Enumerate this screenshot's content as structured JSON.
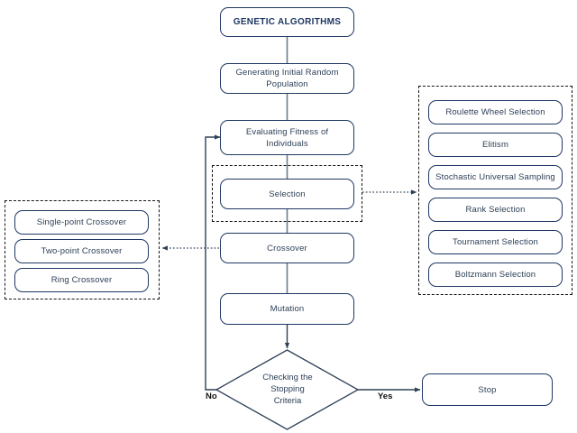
{
  "diagram": {
    "title": "Genetic Algorithms Flowchart",
    "colors": {
      "node_border": "#1F3864",
      "node_text": "#2E4057",
      "dash_border": "#151515",
      "connector": "#2E4057",
      "background": "#FFFFFF"
    }
  },
  "main_flow": {
    "start": {
      "label": "GENETIC ALGORITHMS"
    },
    "init": {
      "label": "Generating Initial Random Population"
    },
    "evaluate": {
      "label": "Evaluating Fitness of Individuals"
    },
    "selection": {
      "label": "Selection"
    },
    "crossover": {
      "label": "Crossover"
    },
    "mutation": {
      "label": "Mutation"
    },
    "decision": {
      "label": "Checking the\nStopping\nCriteria"
    },
    "stop": {
      "label": "Stop"
    }
  },
  "edge_labels": {
    "no": "No",
    "yes": "Yes"
  },
  "selection_panel": {
    "items": [
      {
        "label": "Roulette Wheel Selection"
      },
      {
        "label": "Elitism"
      },
      {
        "label": "Stochastic Universal Sampling"
      },
      {
        "label": "Rank Selection"
      },
      {
        "label": "Tournament Selection"
      },
      {
        "label": "Boltzmann Selection"
      }
    ]
  },
  "crossover_panel": {
    "items": [
      {
        "label": "Single-point Crossover"
      },
      {
        "label": "Two-point Crossover"
      },
      {
        "label": "Ring Crossover"
      }
    ]
  }
}
